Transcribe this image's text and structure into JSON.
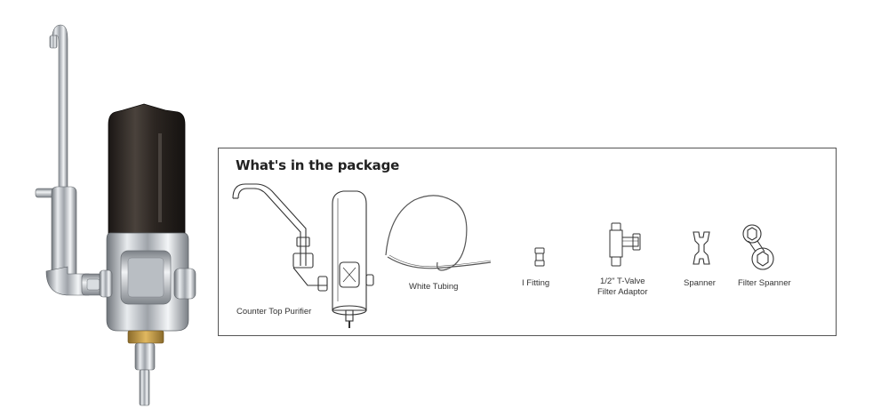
{
  "package": {
    "title": "What's in the package",
    "items": [
      {
        "label": "Counter Top Purifier",
        "icon": "purifier-icon"
      },
      {
        "label": "White Tubing",
        "icon": "tubing-icon"
      },
      {
        "label": "I Fitting",
        "icon": "fitting-icon"
      },
      {
        "label_line1": "1/2\" T-Valve",
        "label_line2": "Filter Adaptor",
        "icon": "t-valve-icon"
      },
      {
        "label": "Spanner",
        "icon": "spanner-icon"
      },
      {
        "label": "Filter Spanner",
        "icon": "filter-spanner-icon"
      }
    ]
  },
  "colors": {
    "chrome": "#c8ccd0",
    "smoke_housing": "#2b2520",
    "brass": "#b58a3c",
    "outline": "#444444"
  }
}
